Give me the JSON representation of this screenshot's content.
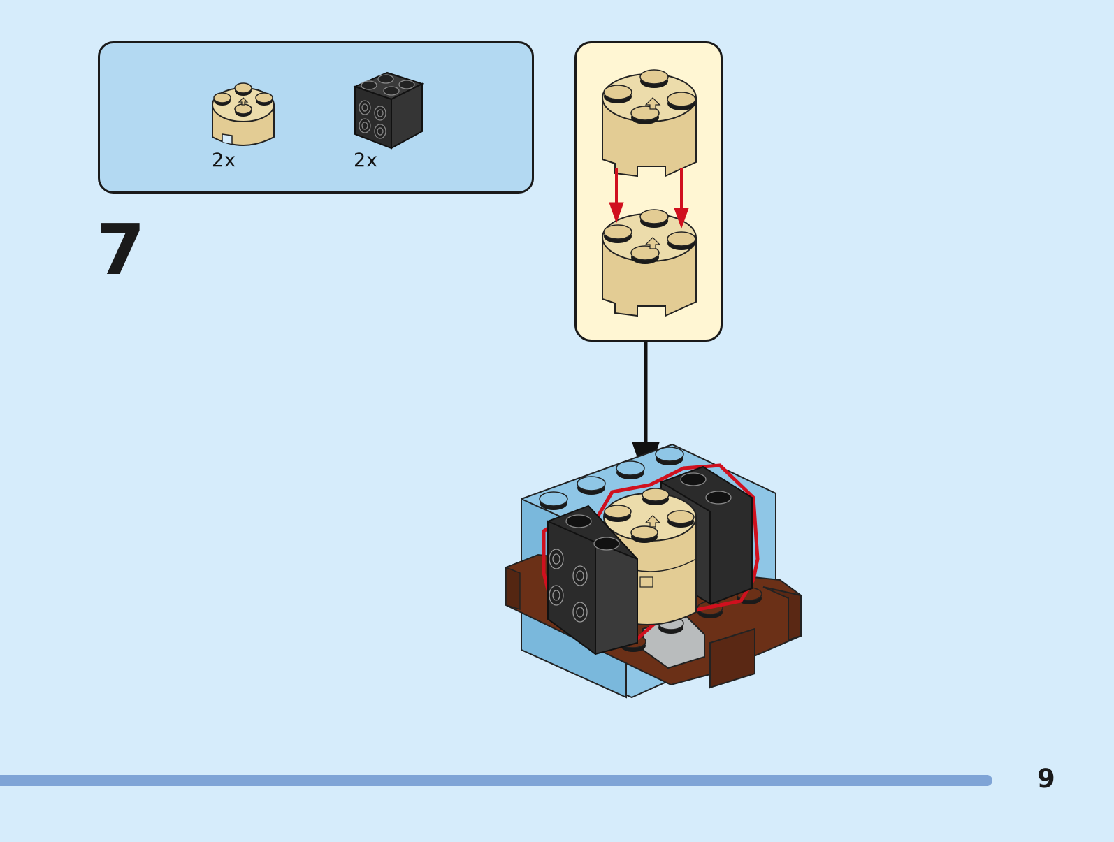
{
  "step": {
    "number": "7"
  },
  "parts_list": {
    "items": [
      {
        "name": "round-brick-2x2-tan",
        "color": "#e3cc94",
        "quantity": "2x"
      },
      {
        "name": "brick-1x2-with-studs-on-side-black",
        "color": "#2b2b2b",
        "quantity": "2x"
      }
    ]
  },
  "callout": {
    "background": "#fff6d3",
    "arrow_color": "#d0101e"
  },
  "colors": {
    "page_background": "#d6ecfb",
    "parts_box_background": "#b3d9f2",
    "highlight_outline": "#d0101e",
    "tan": "#e3cc94",
    "black_brick": "#2b2b2b",
    "light_blue": "#8fc6e6",
    "brown": "#6b3017",
    "grey": "#b9bcbd"
  },
  "footer": {
    "page_number": "9",
    "progress": 0.9
  }
}
